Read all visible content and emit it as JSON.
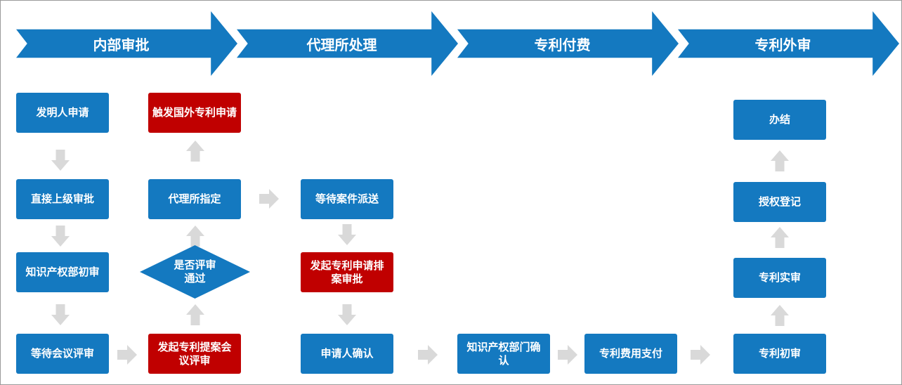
{
  "phases": [
    "内部审批",
    "代理所处理",
    "专利付费",
    "专利外审"
  ],
  "boxes": {
    "inventor_apply": "发明人申请",
    "direct_supervisor": "直接上级审批",
    "ip_dept_first": "知识产权部初审",
    "wait_meeting": "等待会议评审",
    "initiate_proposal_meeting": "发起专利提案会议评审",
    "review_passed": "是否评审通过",
    "agency_assigned": "代理所指定",
    "trigger_foreign": "触发国外专利申请",
    "wait_case_dispatch": "等待案件派送",
    "initiate_schedule": "发起专利申请排案审批",
    "applicant_confirm": "申请人确认",
    "ip_dept_confirm": "知识产权部门确认",
    "fee_payment": "专利费用支付",
    "prelim_exam": "专利初审",
    "substantive_exam": "专利实审",
    "grant_register": "授权登记",
    "close": "办结"
  },
  "colors": {
    "blue": "#1479c0",
    "red": "#c00000",
    "arrow_gray": "#d9d9d9"
  }
}
